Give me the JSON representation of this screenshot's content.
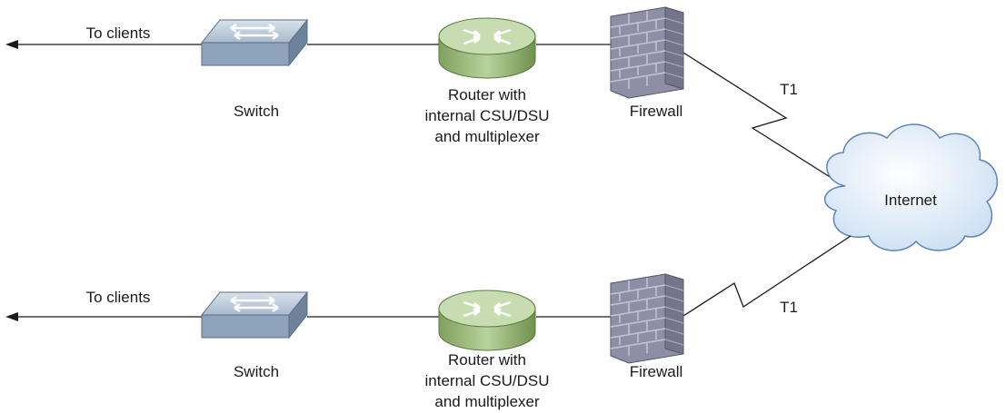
{
  "rows": [
    {
      "to_clients": "To clients",
      "switch_label": "Switch",
      "router_label": [
        "Router with",
        "internal CSU/DSU",
        "and multiplexer"
      ],
      "firewall_label": "Firewall",
      "link_label": "T1"
    },
    {
      "to_clients": "To clients",
      "switch_label": "Switch",
      "router_label": [
        "Router with",
        "internal CSU/DSU",
        "and multiplexer"
      ],
      "firewall_label": "Firewall",
      "link_label": "T1"
    }
  ],
  "internet_label": "Internet",
  "colors": {
    "line": "#1a1a1a",
    "switch_fill": "#b3c3d6",
    "router_fill": "#a9c48c",
    "firewall_fill": "#8e8fa6",
    "cloud_fill": "#dbe9f8",
    "cloud_stroke": "#5b84b8"
  },
  "icons": [
    "switch-icon",
    "router-icon",
    "firewall-icon",
    "cloud-icon",
    "arrow-left-icon"
  ]
}
